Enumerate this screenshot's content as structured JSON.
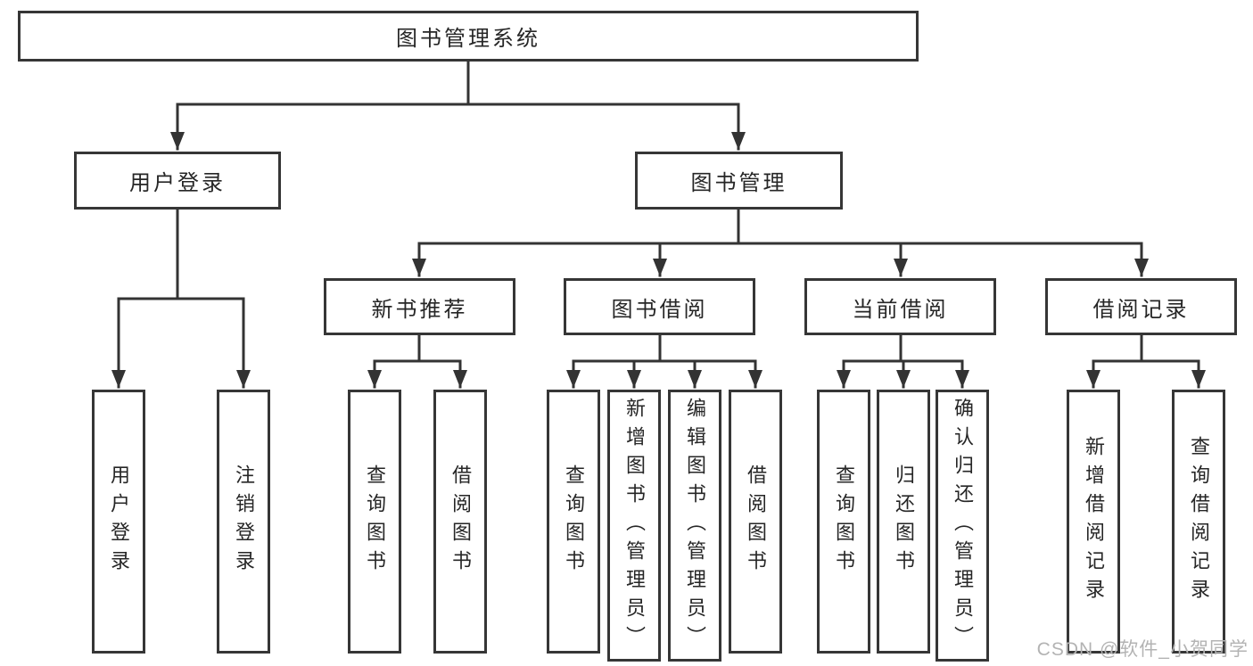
{
  "diagram_title": "图书管理系统",
  "colors": {
    "line": "#333333",
    "box_border": "#363636",
    "text": "#262626",
    "watermark": "#b3b3b3",
    "background": "#ffffff"
  },
  "tree": {
    "root": {
      "label": "图书管理系统"
    },
    "level2": [
      {
        "label": "用户登录"
      },
      {
        "label": "图书管理"
      }
    ],
    "level3": [
      {
        "label": "新书推荐"
      },
      {
        "label": "图书借阅"
      },
      {
        "label": "当前借阅"
      },
      {
        "label": "借阅记录"
      }
    ],
    "leaves": {
      "user_login": [
        "用户登录",
        "注销登录"
      ],
      "new_book": [
        "查询图书",
        "借阅图书"
      ],
      "borrow": [
        "查询图书",
        "新增图书（管理员）",
        "编辑图书（管理员）",
        "借阅图书"
      ],
      "current": [
        "查询图书",
        "归还图书",
        "确认归还（管理员）"
      ],
      "records": [
        "新增借阅记录",
        "查询借阅记录"
      ]
    }
  },
  "watermark": "CSDN @软件_小贺同学"
}
